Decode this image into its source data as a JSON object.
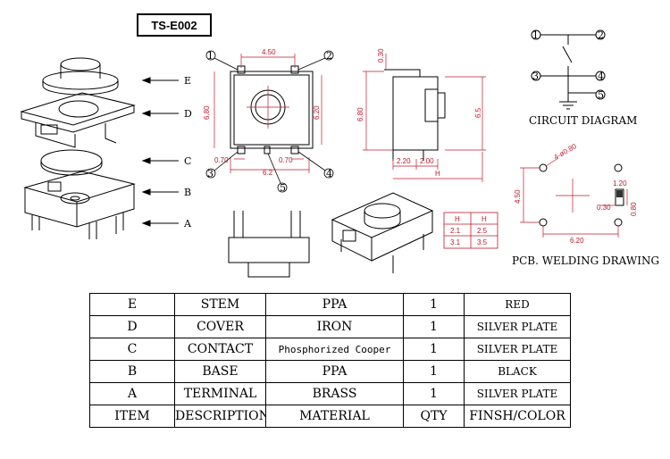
{
  "model": "TS-E002",
  "parts_labels": [
    "E",
    "D",
    "C",
    "B",
    "A"
  ],
  "pins": [
    "1",
    "2",
    "3",
    "4",
    "5"
  ],
  "dimensions": {
    "top_width": "4.50",
    "side_offset": "0.30",
    "height_left": "6.80",
    "height_right": "6.20",
    "pin_left": "0.70",
    "pin_right": "0.70",
    "base_width": "6.2",
    "side_height": "6.80",
    "side_total": "6.5",
    "side_base_a": "2.20",
    "side_base_b": "2.00",
    "side_h": "H"
  },
  "h_table": {
    "headers": [
      "H",
      "H"
    ],
    "rows": [
      [
        "2.1",
        "2.5"
      ],
      [
        "3.1",
        "3.5"
      ]
    ]
  },
  "circuit": {
    "caption": "CIRCUIT DIAGRAM",
    "nodes": [
      "1",
      "2",
      "3",
      "4",
      "5"
    ]
  },
  "pcb": {
    "caption": "PCB. WELDING DRAWING",
    "hole_label": "4-ø0.80",
    "dim_height": "4.50",
    "dim_width": "6.20",
    "dim_pad_h": "1.20",
    "dim_pad_w": "0.30",
    "dim_pad_side": "0.80"
  },
  "bom": {
    "rows": [
      {
        "item": "E",
        "description": "STEM",
        "material": "PPA",
        "qty": "1",
        "finish": "RED"
      },
      {
        "item": "D",
        "description": "COVER",
        "material": "IRON",
        "qty": "1",
        "finish": "SILVER PLATE"
      },
      {
        "item": "C",
        "description": "CONTACT",
        "material": "Phosphorized Cooper",
        "qty": "1",
        "finish": "SILVER PLATE"
      },
      {
        "item": "B",
        "description": "BASE",
        "material": "PPA",
        "qty": "1",
        "finish": "BLACK"
      },
      {
        "item": "A",
        "description": "TERMINAL",
        "material": "BRASS",
        "qty": "1",
        "finish": "SILVER PLATE"
      }
    ],
    "header": {
      "item": "ITEM",
      "description": "DESCRIPTION",
      "material": "MATERIAL",
      "qty": "QTY",
      "finish": "FINSH/COLOR"
    }
  }
}
